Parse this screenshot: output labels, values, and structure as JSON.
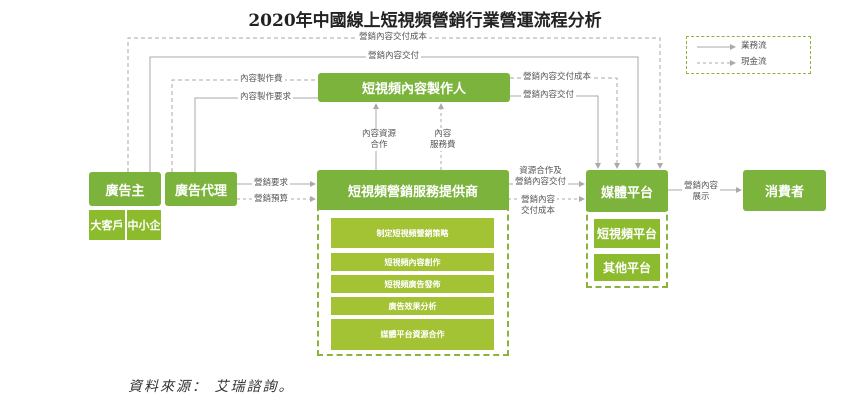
{
  "title": "2020年中國線上短視頻營銷行業營運流程分析",
  "legend": {
    "business_flow": "業務流",
    "cash_flow": "現金流"
  },
  "nodes": {
    "advertiser": "廣告主",
    "big_client": "大客戶",
    "sme": "中小企",
    "agency": "廣告代理",
    "creator": "短視頻內容製作人",
    "provider": "短視頻營銷服務提供商",
    "provider_services": [
      "制定短視頻營銷策略",
      "短視頻內容創作",
      "短視頻廣告發佈",
      "廣告效果分析",
      "媒體平台資源合作"
    ],
    "media": "媒體平台",
    "short_video_platform": "短視頻平台",
    "other_platform": "其他平台",
    "consumer": "消費者"
  },
  "edges": {
    "top_cost": "營銷內容交付成本",
    "top_delivery": "營銷內容交付",
    "creation_fee": "內容製作費",
    "creation_req": "內容製作要求",
    "creator_cost": "營銷內容交付成本",
    "creator_delivery": "營銷內容交付",
    "resource_coop": "內容資源\n合作",
    "service_fee": "內容\n服務費",
    "mkt_req": "營銷要求",
    "mkt_budget": "營銷預算",
    "res_delivery": "資源合作及\n營銷內容交付",
    "delivery_cost": "營銷內容\n交付成本",
    "display": "營銷內容\n展示"
  },
  "source": "資料來源： 艾瑞諮詢。"
}
